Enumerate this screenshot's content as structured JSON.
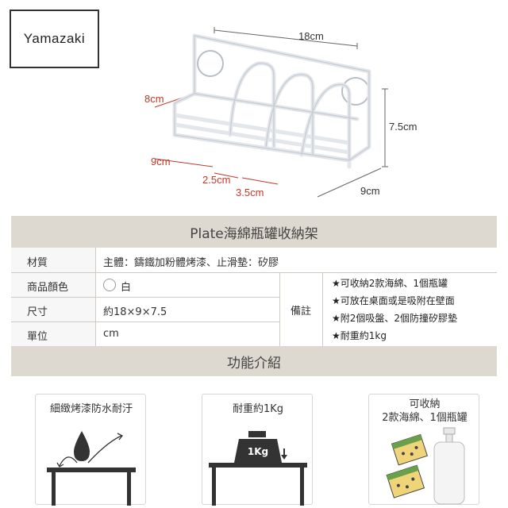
{
  "brand": {
    "logo_text": "Yamazaki"
  },
  "dimensions": {
    "width": "18cm",
    "height": "7.5cm",
    "depth_right": "9cm",
    "depth_left": "8cm",
    "depth_bottom_left": "9cm",
    "gap_small": "2.5cm",
    "gap_large": "3.5cm"
  },
  "product_title": "Plate海綿瓶罐收納架",
  "specs": {
    "material_label": "材質",
    "material_value": "主體：鑄鐵加粉體烤漆、止滑墊：矽膠",
    "color_label": "商品顏色",
    "color_value": "白",
    "size_label": "尺寸",
    "size_value": "約18×9×7.5",
    "unit_label": "單位",
    "unit_value": "cm",
    "remarks_label": "備註",
    "remarks": [
      "★可收納2款海綿、1個瓶罐",
      "★可放在桌面或是吸附在壁面",
      "★附2個吸盤、2個防撞矽膠墊",
      "★耐重約1kg"
    ]
  },
  "features_title": "功能介紹",
  "features": [
    {
      "title": "細緻烤漆防水耐汙"
    },
    {
      "title": "耐重約1Kg",
      "weight_label": "1Kg"
    },
    {
      "title_line1": "可收納",
      "title_line2": "2款海綿、1個瓶罐"
    }
  ],
  "colors": {
    "band": "#ddd8d0",
    "accent_red": "#c0392b",
    "line": "#cfc9c1"
  }
}
